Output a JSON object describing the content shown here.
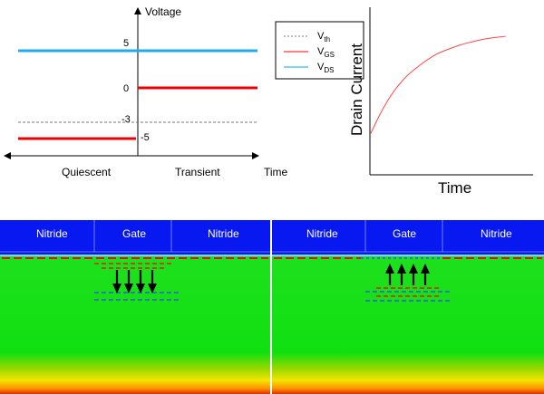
{
  "voltage_chart": {
    "y_title": "Voltage",
    "x_title": "Time",
    "phases": [
      "Quiescent",
      "Transient"
    ],
    "tick_labels": [
      "5",
      "0",
      "-3",
      "-5"
    ],
    "legend": [
      {
        "main": "V",
        "sub": "th",
        "color": "#777777",
        "dash": true
      },
      {
        "main": "V",
        "sub": "GS",
        "color": "#ff0000",
        "dash": false
      },
      {
        "main": "V",
        "sub": "DS",
        "color": "#00aaee",
        "dash": false
      }
    ]
  },
  "chart_data": {
    "type": "line",
    "ylabel": "Drain Current",
    "xlabel": "Time",
    "series": [
      {
        "values": [
          0.3,
          0.47,
          0.6,
          0.7,
          0.77,
          0.83,
          0.88,
          0.91,
          0.94,
          0.96,
          0.98,
          0.99,
          1.0
        ]
      }
    ],
    "line_color": "#ff4444"
  },
  "devices": [
    {
      "labels": [
        "Nitride",
        "Gate",
        "Nitride"
      ],
      "arrow_direction": "down"
    },
    {
      "labels": [
        "Nitride",
        "Gate",
        "Nitride"
      ],
      "arrow_direction": "up"
    }
  ]
}
